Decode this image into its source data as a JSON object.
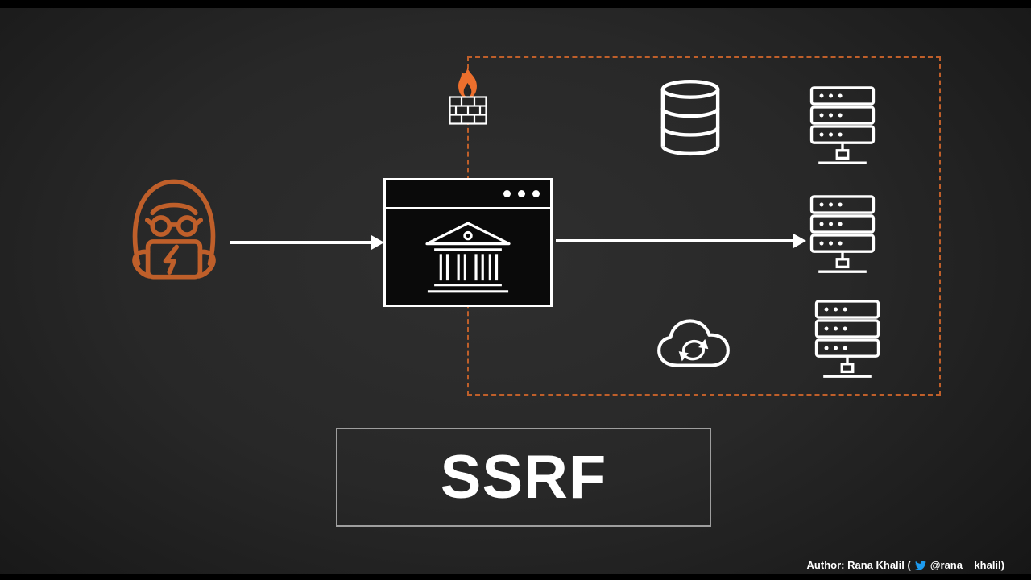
{
  "slide": {
    "title": "SSRF"
  },
  "footer": {
    "author_prefix": "Author: Rana Khalil (",
    "author_handle": "@rana__khalil)"
  },
  "icons": {
    "attacker": "hacker-laptop-icon",
    "flame": "flame-icon",
    "firewall": "firewall-brick-icon",
    "browser": "browser-window",
    "bank": "bank-building-icon",
    "database": "database-cylinder-icon",
    "servers": [
      "server-rack-icon-top",
      "server-rack-icon-middle",
      "server-rack-icon-bottom"
    ],
    "cloud": "cloud-sync-icon",
    "twitter": "twitter-bird-icon"
  },
  "colors": {
    "accent_orange": "#bf5f2a",
    "flame_orange": "#ec6f2d",
    "diagram_white": "#ffffff",
    "background_center": "#2f2f2f",
    "background_edge": "#131313",
    "letterbox": "#000000",
    "title_border": "#9e9e9e",
    "twitter_blue": "#1d9bf0"
  }
}
